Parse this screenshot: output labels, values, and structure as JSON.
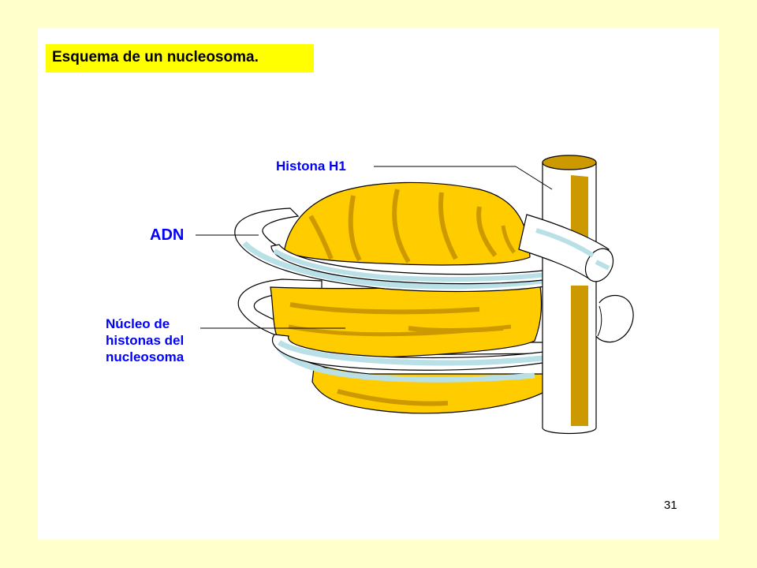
{
  "title": "Esquema de un nucleosoma.",
  "labels": {
    "histona_h1": "Histona H1",
    "adn": "ADN",
    "nucleo": [
      "Núcleo de",
      "histonas del",
      "nucleosoma"
    ]
  },
  "page_number": "31",
  "colors": {
    "background": "#FFFFCC",
    "slide": "#FFFFFF",
    "title_highlight": "#FFFF00",
    "label": "#0000FF",
    "histone_fill": "#FFCC00",
    "histone_shade": "#CC9900",
    "dna_band": "#B8E0E6",
    "outline": "#000000"
  }
}
